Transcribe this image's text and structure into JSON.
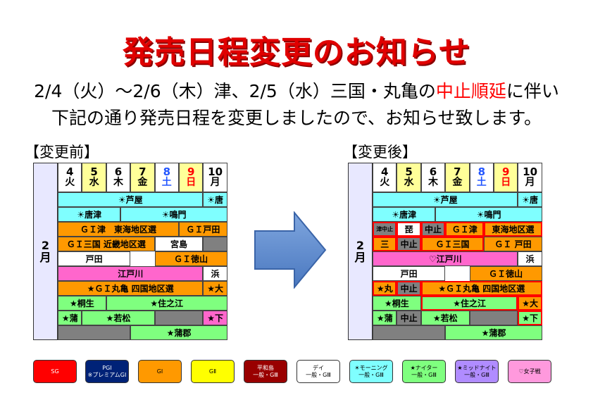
{
  "title": "発売日程変更のお知らせ",
  "notice": {
    "line1_a": "2/4（火）～2/6（木）津、2/5（水）三国・丸亀の",
    "line1_red": "中止順延",
    "line1_b": "に伴い",
    "line2": "下記の通り発売日程を変更しましたので、お知らせ致します。"
  },
  "before_label": "【変更前】",
  "after_label": "【変更後】",
  "month": [
    "2",
    "月"
  ],
  "days": [
    {
      "d": "4",
      "w": "火",
      "color": "#000000"
    },
    {
      "d": "5",
      "w": "水",
      "color": "#000000"
    },
    {
      "d": "6",
      "w": "木",
      "color": "#000000"
    },
    {
      "d": "7",
      "w": "金",
      "color": "#000000"
    },
    {
      "d": "8",
      "w": "土",
      "color": "#2255ff"
    },
    {
      "d": "9",
      "w": "日",
      "color": "#ff0000"
    },
    {
      "d": "10",
      "w": "月",
      "color": "#000000"
    }
  ],
  "before": [
    {
      "label": "☀芦屋",
      "c": 0,
      "s": 6,
      "row": 0,
      "color": "#7fffff"
    },
    {
      "label": "☀唐",
      "c": 6,
      "s": 1,
      "row": 0,
      "color": "#7fffff"
    },
    {
      "label": "☀唐津",
      "c": 0,
      "s": 2.6,
      "row": 1,
      "color": "#7fffff"
    },
    {
      "label": "☀鳴門",
      "c": 2.6,
      "s": 4.4,
      "row": 1,
      "color": "#7fffff"
    },
    {
      "label": "ＧＩ津　東海地区選",
      "c": 0,
      "s": 5,
      "row": 2,
      "color": "#ff9900"
    },
    {
      "label": "ＧＩ戸田",
      "c": 5,
      "s": 2,
      "row": 2,
      "color": "#ff9900"
    },
    {
      "label": "ＧＩ三国 近畿地区選",
      "c": 0,
      "s": 4,
      "row": 3,
      "color": "#ff9900"
    },
    {
      "label": "宮島",
      "c": 4,
      "s": 2,
      "row": 3,
      "color": "#ffffff"
    },
    {
      "label": "",
      "c": 6,
      "s": 1,
      "row": 3,
      "color": "#808080"
    },
    {
      "label": "戸田",
      "c": 0,
      "s": 3,
      "row": 4,
      "color": "#ffffff"
    },
    {
      "label": "ＧＩ徳山",
      "c": 4,
      "s": 3,
      "row": 4,
      "color": "#ff9900"
    },
    {
      "label": "江戸川",
      "c": 0,
      "s": 6,
      "row": 5,
      "color": "#ff66cc"
    },
    {
      "label": "浜",
      "c": 6,
      "s": 1,
      "row": 5,
      "color": "#ffffff"
    },
    {
      "label": "★ＧＩ丸亀 四国地区選",
      "c": 0,
      "s": 6,
      "row": 6,
      "color": "#ff9900"
    },
    {
      "label": "★大",
      "c": 6,
      "s": 1,
      "row": 6,
      "color": "#ff9900"
    },
    {
      "label": "★桐生",
      "c": 0,
      "s": 2,
      "row": 7,
      "color": "#7fff7f"
    },
    {
      "label": "★住之江",
      "c": 2,
      "s": 5,
      "row": 7,
      "color": "#7fff7f"
    },
    {
      "label": "★蒲",
      "c": 0,
      "s": 1,
      "row": 8,
      "color": "#7fff7f"
    },
    {
      "label": "★若松",
      "c": 1,
      "s": 3,
      "row": 8,
      "color": "#7fff7f"
    },
    {
      "label": "",
      "c": 4,
      "s": 2,
      "row": 8,
      "color": "#808080"
    },
    {
      "label": "★下",
      "c": 6,
      "s": 1,
      "row": 8,
      "color": "#ff66cc"
    },
    {
      "label": "",
      "c": 0,
      "s": 3,
      "row": 9,
      "color": "#808080"
    },
    {
      "label": "★蒲郡",
      "c": 3,
      "s": 4,
      "row": 9,
      "color": "#7fff7f"
    }
  ],
  "after": [
    {
      "label": "☀芦屋",
      "c": 0,
      "s": 6,
      "row": 0,
      "color": "#7fffff"
    },
    {
      "label": "☀唐",
      "c": 6,
      "s": 1,
      "row": 0,
      "color": "#7fffff"
    },
    {
      "label": "☀唐津",
      "c": 0,
      "s": 2.6,
      "row": 1,
      "color": "#7fffff"
    },
    {
      "label": "☀鳴門",
      "c": 2.6,
      "s": 4.4,
      "row": 1,
      "color": "#7fffff"
    },
    {
      "label": "津中止",
      "c": 0,
      "s": 1,
      "row": 2,
      "color": "#808080",
      "hl": true
    },
    {
      "label": "琵",
      "c": 1,
      "s": 1,
      "row": 2,
      "color": "#ffffff",
      "hl": true
    },
    {
      "label": "中止",
      "c": 2,
      "s": 1,
      "row": 2,
      "color": "#808080",
      "hl": true
    },
    {
      "label": "ＧＩ津",
      "c": 3,
      "s": 1.6,
      "row": 2,
      "color": "#ff9900",
      "hl": true
    },
    {
      "label": "東海地区選",
      "c": 4.6,
      "s": 2.4,
      "row": 2,
      "color": "#ff9900",
      "hl": true
    },
    {
      "label": "三",
      "c": 0,
      "s": 1,
      "row": 3,
      "color": "#ff9900",
      "hl": true
    },
    {
      "label": "中止",
      "c": 1,
      "s": 1,
      "row": 3,
      "color": "#808080",
      "hl": true
    },
    {
      "label": "ＧＩ三国",
      "c": 2,
      "s": 2.6,
      "row": 3,
      "color": "#ff9900",
      "hl": true
    },
    {
      "label": "ＧＩ 戸田",
      "c": 4.6,
      "s": 2.4,
      "row": 3,
      "color": "#ff9900"
    },
    {
      "label": "♡江戸川",
      "c": 0,
      "s": 6,
      "row": 4,
      "color": "#ff66cc"
    },
    {
      "label": "浜",
      "c": 6,
      "s": 1,
      "row": 4,
      "color": "#ffffff"
    },
    {
      "label": "戸田",
      "c": 0,
      "s": 3,
      "row": 5,
      "color": "#ffffff"
    },
    {
      "label": "ＧＩ徳山",
      "c": 4,
      "s": 3,
      "row": 5,
      "color": "#ff9900"
    },
    {
      "label": "★丸",
      "c": 0,
      "s": 1,
      "row": 6,
      "color": "#ff9900",
      "hl": true
    },
    {
      "label": "中止",
      "c": 1,
      "s": 1,
      "row": 6,
      "color": "#808080",
      "hl": true
    },
    {
      "label": "★ＧＩ丸亀 四国地区選",
      "c": 2,
      "s": 5,
      "row": 6,
      "color": "#ff9900",
      "hl": true
    },
    {
      "label": "★桐生",
      "c": 0,
      "s": 2,
      "row": 7,
      "color": "#7fff7f"
    },
    {
      "label": "★住之江",
      "c": 2,
      "s": 4,
      "row": 7,
      "color": "#7fff7f",
      "hl": true
    },
    {
      "label": "★大",
      "c": 6,
      "s": 1,
      "row": 7,
      "color": "#ff9900",
      "hl": true
    },
    {
      "label": "★蒲",
      "c": 0,
      "s": 1,
      "row": 8,
      "color": "#7fff7f"
    },
    {
      "label": "中止",
      "c": 1,
      "s": 1,
      "row": 8,
      "color": "#808080"
    },
    {
      "label": "★若松",
      "c": 2,
      "s": 2,
      "row": 8,
      "color": "#7fff7f"
    },
    {
      "label": "",
      "c": 4,
      "s": 2,
      "row": 8,
      "color": "#808080"
    },
    {
      "label": "★下",
      "c": 6,
      "s": 1,
      "row": 8,
      "color": "#7fff7f",
      "hl": true
    },
    {
      "label": "",
      "c": 0,
      "s": 3,
      "row": 9,
      "color": "#808080"
    },
    {
      "label": "★蒲郡",
      "c": 3,
      "s": 4,
      "row": 9,
      "color": "#7fff7f"
    }
  ],
  "legend": [
    {
      "l1": "SG",
      "l2": "",
      "bg": "#ff0000",
      "fg": "#ffffff"
    },
    {
      "l1": "PGⅠ",
      "l2": "※プレミアムGⅠ",
      "bg": "#002277",
      "fg": "#ffffff"
    },
    {
      "l1": "GⅠ",
      "l2": "",
      "bg": "#ff9900",
      "fg": "#000000"
    },
    {
      "l1": "GⅡ",
      "l2": "",
      "bg": "#ffff00",
      "fg": "#000000"
    },
    {
      "l1": "平和島",
      "l2": "一般・GⅢ",
      "bg": "#990000",
      "fg": "#ffffff"
    },
    {
      "l1": "デイ",
      "l2": "一般・GⅢ",
      "bg": "#ffffff",
      "fg": "#000000"
    },
    {
      "l1": "☀モーニング",
      "l2": "一般・GⅢ",
      "bg": "#7fffff",
      "fg": "#000000"
    },
    {
      "l1": "★ナイター",
      "l2": "一般・GⅢ",
      "bg": "#7fff7f",
      "fg": "#000000"
    },
    {
      "l1": "★ミッドナイト",
      "l2": "一般・GⅢ",
      "bg": "#b08cff",
      "fg": "#000000"
    },
    {
      "l1": "♡女子戦",
      "l2": "",
      "bg": "#ff99dd",
      "fg": "#000000"
    }
  ]
}
